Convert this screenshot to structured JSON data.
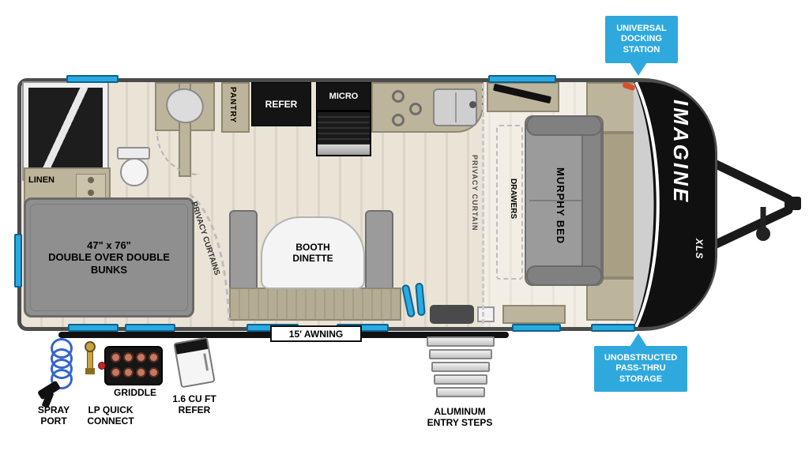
{
  "colors": {
    "callout_blue": "#2FA9DD",
    "window_blue": "#29ABE2",
    "floor_tan": "#EAE4D7",
    "cabinet_tan": "#BDB59B",
    "appliance_black": "#141414"
  },
  "callouts": {
    "docking_station": "UNIVERSAL\nDOCKING\nSTATION",
    "pass_thru": "UNOBSTRUCTED\nPASS-THRU\nSTORAGE"
  },
  "brand": {
    "name": "IMAGINE",
    "series": "XLS"
  },
  "interior": {
    "pantry": "PANTRY",
    "refer": "REFER",
    "micro": "MICRO",
    "linen": "LINEN",
    "privacy_curtain": "PRIVACY CURTAIN",
    "privacy_curtains": "PRIVACY CURTAINS",
    "drawers": "DRAWERS",
    "murphy_bed": "MURPHY BED",
    "booth_dinette": "BOOTH\nDINETTE",
    "bunks": "47\" x 76\"\nDOUBLE OVER DOUBLE\nBUNKS",
    "awning": "15' AWNING"
  },
  "exterior": {
    "spray_port": "SPRAY\nPORT",
    "lp_quick_connect": "LP QUICK\nCONNECT",
    "griddle": "GRIDDLE",
    "compact_refer": "1.6 CU FT\nREFER",
    "entry_steps": "ALUMINUM\nENTRY STEPS"
  }
}
